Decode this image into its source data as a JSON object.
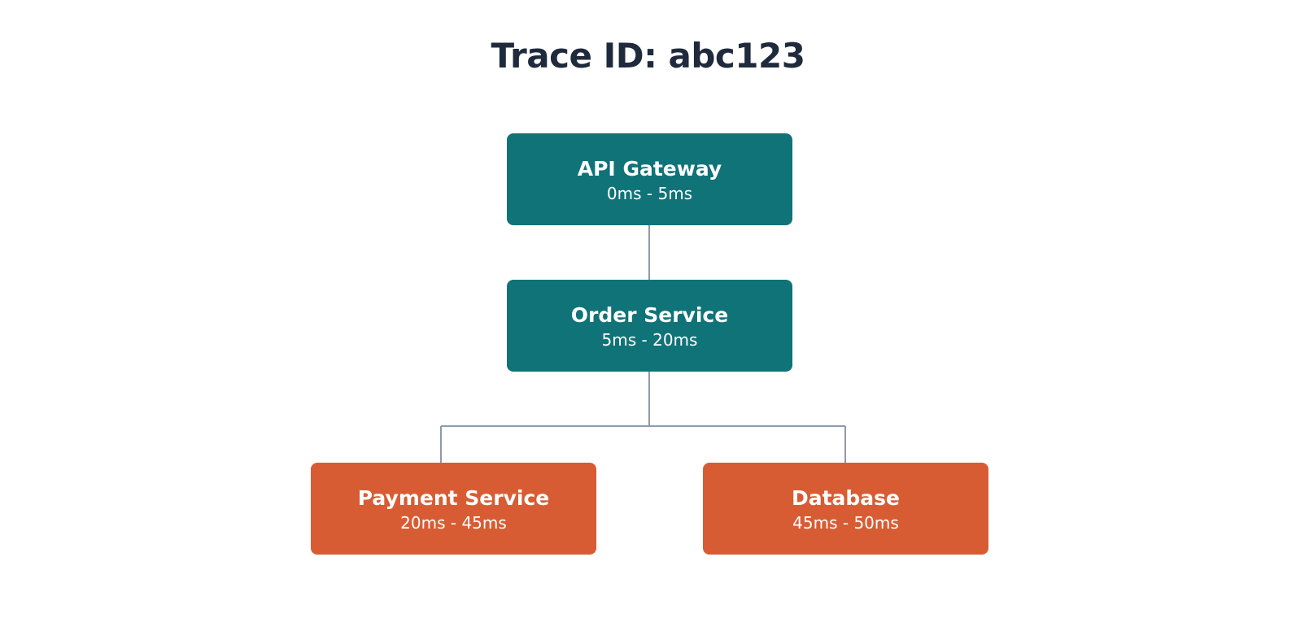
{
  "title": "Trace ID: abc123",
  "colors": {
    "root_span": "#0f7378",
    "leaf_span": "#d85c33",
    "connector": "#8e9aad",
    "title": "#1f2a3c"
  },
  "spans": {
    "api_gateway": {
      "name": "API Gateway",
      "timing": "0ms - 5ms"
    },
    "order_service": {
      "name": "Order Service",
      "timing": "5ms - 20ms"
    },
    "payment_service": {
      "name": "Payment Service",
      "timing": "20ms - 45ms"
    },
    "database": {
      "name": "Database",
      "timing": "45ms - 50ms"
    }
  }
}
